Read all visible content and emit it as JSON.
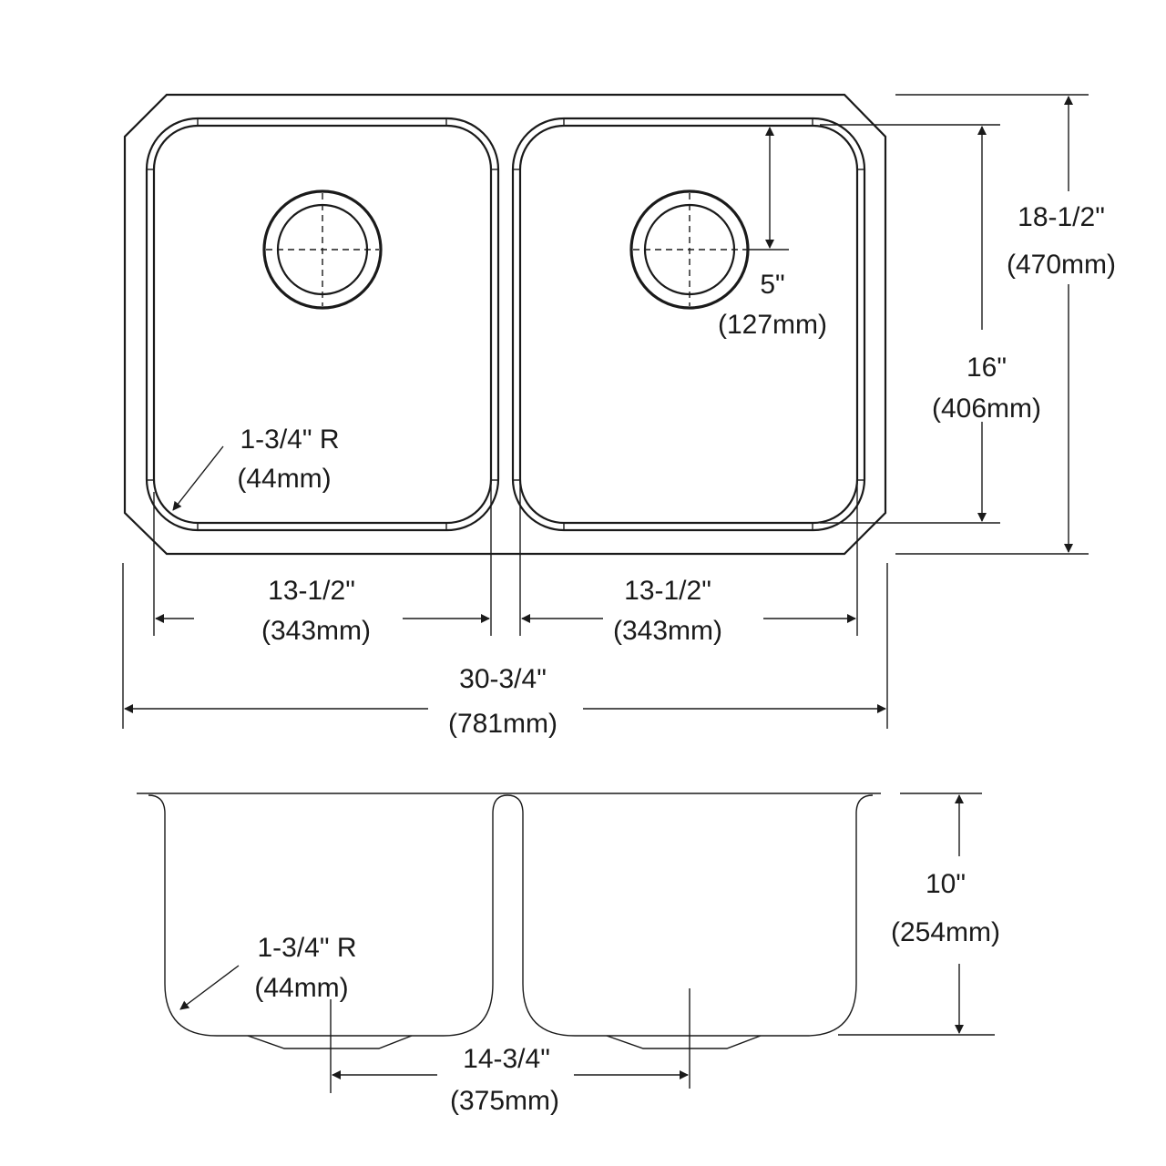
{
  "drawing": {
    "top_view": {
      "bowl_width_left": {
        "imperial": "13-1/2\"",
        "metric": "(343mm)"
      },
      "bowl_width_right": {
        "imperial": "13-1/2\"",
        "metric": "(343mm)"
      },
      "overall_width": {
        "imperial": "30-3/4\"",
        "metric": "(781mm)"
      },
      "overall_depth": {
        "imperial": "18-1/2\"",
        "metric": "(470mm)"
      },
      "bowl_depth": {
        "imperial": "16\"",
        "metric": "(406mm)"
      },
      "drain_offset": {
        "imperial": "5\"",
        "metric": "(127mm)"
      },
      "corner_radius": {
        "imperial": "1-3/4\" R",
        "metric": "(44mm)"
      }
    },
    "front_view": {
      "corner_radius": {
        "imperial": "1-3/4\" R",
        "metric": "(44mm)"
      },
      "drain_spacing": {
        "imperial": "14-3/4\"",
        "metric": "(375mm)"
      },
      "bowl_height": {
        "imperial": "10\"",
        "metric": "(254mm)"
      }
    },
    "colors": {
      "line": "#1a1a1a",
      "background": "#ffffff"
    }
  }
}
